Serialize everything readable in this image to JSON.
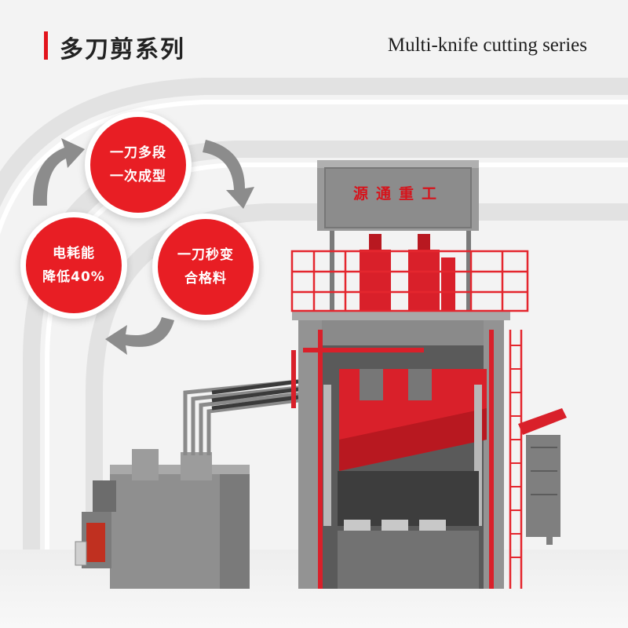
{
  "header": {
    "title_cn": "多刀剪系列",
    "title_en": "Multi-knife cutting series"
  },
  "features": [
    {
      "line1": "一刀多段",
      "line2": "一次成型"
    },
    {
      "line1": "电耗能",
      "line2": "降低40%"
    },
    {
      "line1": "一刀秒变",
      "line2": "合格料"
    }
  ],
  "machine": {
    "brand_plate": "源通重工"
  },
  "colors": {
    "accent_red": "#e81e24",
    "machine_gray": "#8a8a8a",
    "background": "#f3f3f3"
  }
}
